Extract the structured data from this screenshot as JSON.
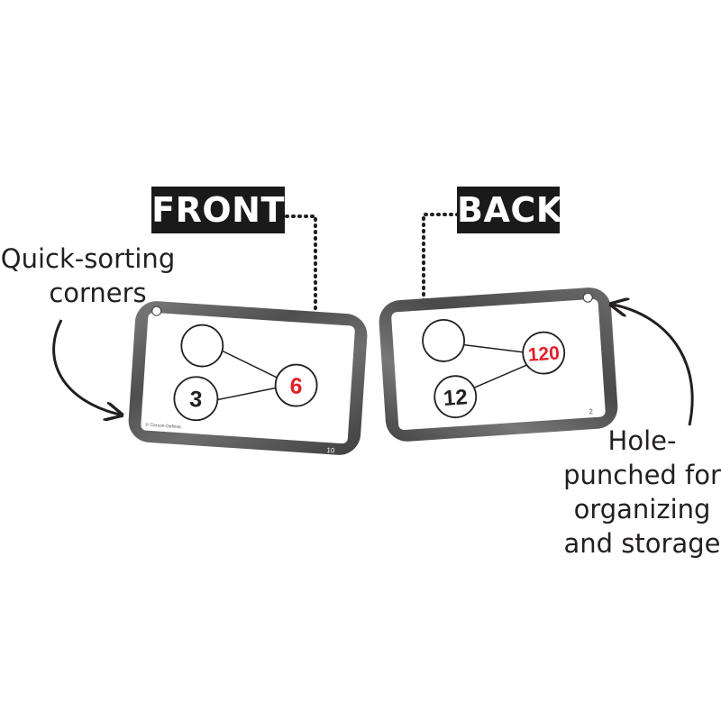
{
  "labels": {
    "front": "FRONT",
    "back": "BACK"
  },
  "callouts": {
    "left": [
      "Quick-sorting",
      "corners"
    ],
    "right": [
      "Hole-",
      "punched for",
      "organizing",
      "and storage"
    ]
  },
  "cards": {
    "front": {
      "circles": {
        "top": "",
        "bottom": "3",
        "right": "6"
      },
      "copyright": "© Carson-Dellosa",
      "page_number": "10"
    },
    "back": {
      "circles": {
        "top": "",
        "bottom": "12",
        "right": "120"
      },
      "page_number": "2"
    }
  },
  "colors": {
    "frame": "#5c5c5c",
    "label_bg": "#1a1a1a",
    "highlight_number": "#e21f26",
    "ink": "#231f20"
  }
}
